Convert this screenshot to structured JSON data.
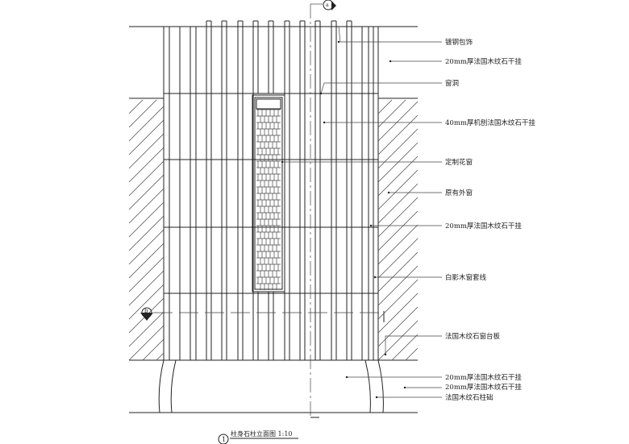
{
  "drawing": {
    "title": "柱身石柱立面图 1:10",
    "index_number": "1",
    "section_markers": [
      "a",
      "b"
    ],
    "callouts": [
      "镀钢包饰",
      "20mm厚法国木纹石干挂",
      "窗洞",
      "40mm厚机刨法国木纹石干挂",
      "定制花窗",
      "原有外窗",
      "20mm厚法国木纹石干挂",
      "白影木窗套线",
      "法国木纹石窗台板",
      "20mm厚法国木纹石干挂",
      "20mm厚法国木纹石干挂",
      "法国木纹石柱础"
    ]
  }
}
